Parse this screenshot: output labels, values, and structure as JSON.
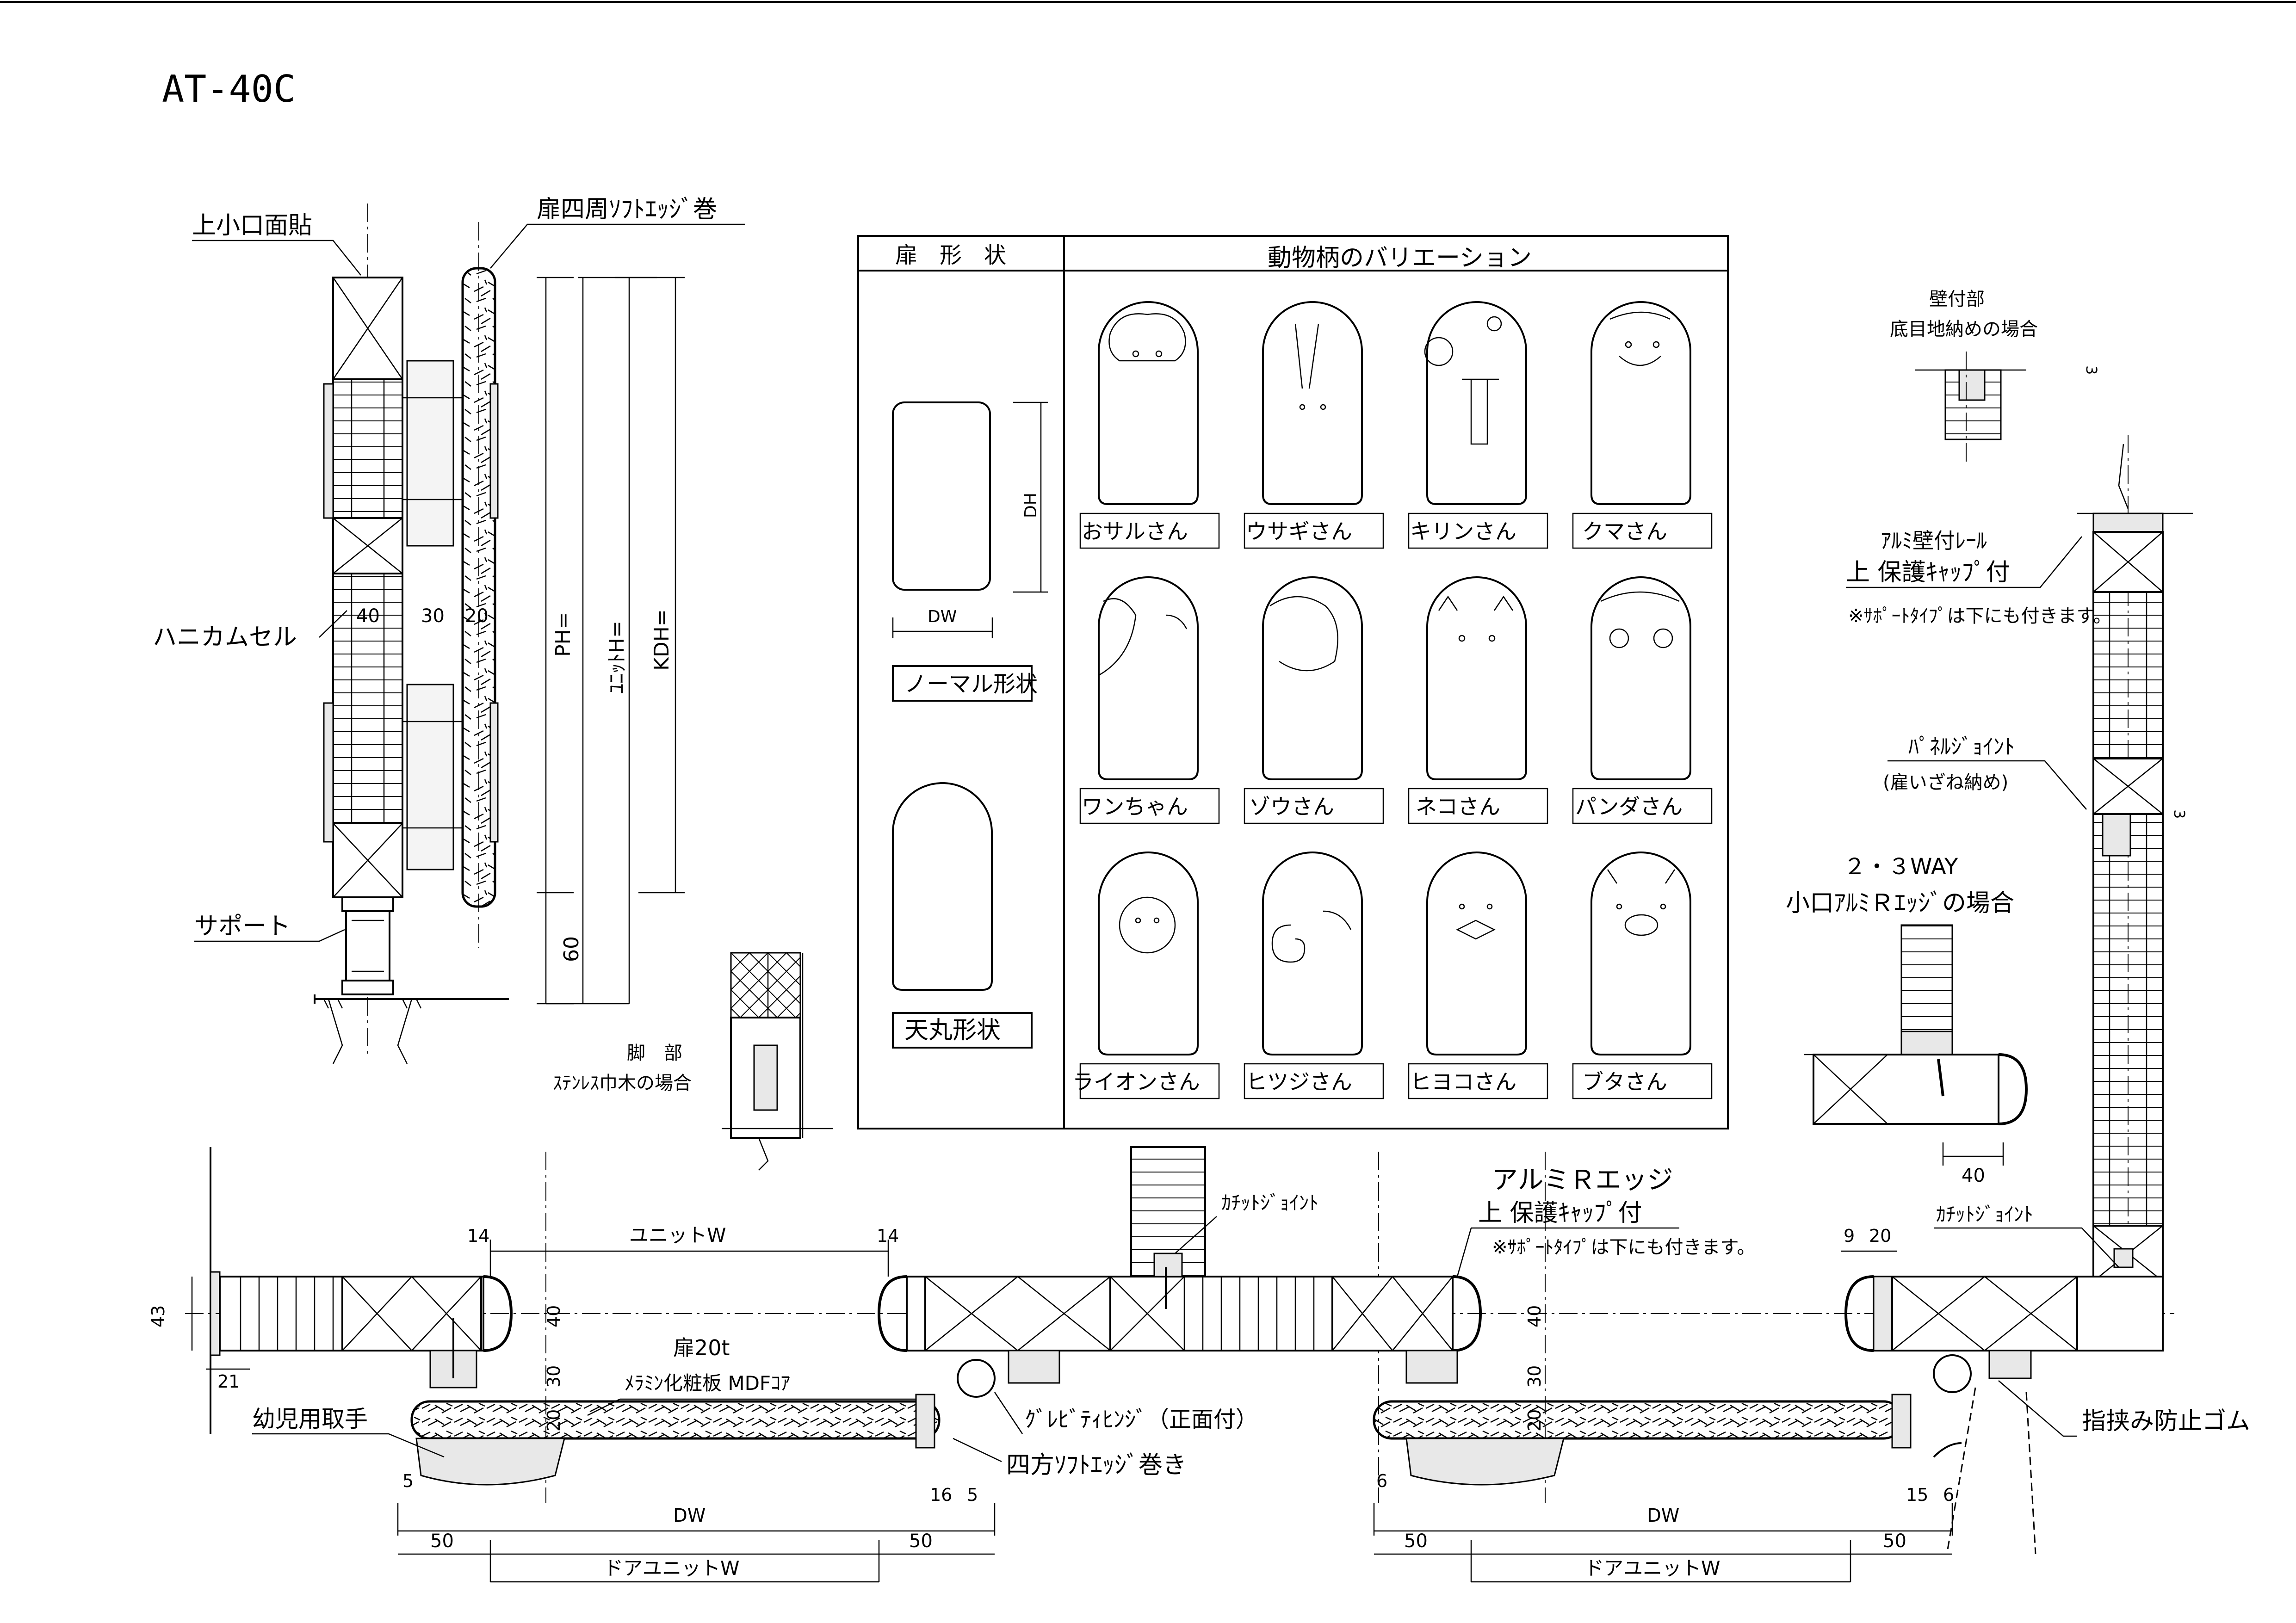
{
  "title": "AT-40C",
  "labels": {
    "top_edge_face": "上小口面貼",
    "soft_edge_wrap": "扉四周ｿﾌﾄｴｯｼﾞ巻",
    "honeycomb_cell": "ハニカムセル",
    "support": "サポート",
    "leg_title": "脚　部",
    "leg_sub": "ｽﾃﾝﾚｽ巾木の場合",
    "wall_title": "壁付部",
    "wall_sub": "底目地納めの場合",
    "wall_rail": "ｱﾙﾐ壁付ﾚｰﾙ",
    "top_cap_1": "上 保護ｷｬｯﾌﾟ付",
    "support_note_1": "※ｻﾎﾟｰﾄﾀｲﾌﾟは下にも付きます。",
    "panel_joint": "ﾊﾟﾈﾙｼﾞｮｲﾝﾄ",
    "panel_joint_sub": "(雇いざね納め)",
    "way_title": "２・３WAY",
    "way_sub": "小口ｱﾙﾐＲｴｯｼﾞの場合",
    "click_joint_1": "ｶﾁｯﾄｼﾞｮｲﾝﾄ",
    "alu_r_edge": "アルミＲエッジ",
    "top_cap_2": "上 保護ｷｬｯﾌﾟ付",
    "support_note_2": "※ｻﾎﾟｰﾄﾀｲﾌﾟは下にも付きます。",
    "click_joint_2": "ｶﾁｯﾄｼﾞｮｲﾝﾄ",
    "door_20t": "扉20t",
    "melamine": "ﾒﾗﾐﾝ化粧板 MDFｺｱ",
    "infant_handle": "幼児用取手",
    "gravity_hinge": "ｸﾞﾚﾋﾞﾃｨﾋﾝｼﾞ（正面付）",
    "four_side_soft": "四方ｿﾌﾄｴｯｼﾞ巻き",
    "finger_guard": "指挟み防止ゴム"
  },
  "dims": {
    "d40": "40",
    "d30": "30",
    "d20": "20",
    "ph": "PH=",
    "unit_h": "ﾕﾆｯﾄH=",
    "kdh": "KDH=",
    "d60": "60",
    "d3a": "3",
    "d3b": "3",
    "d40b": "40",
    "d14a": "14",
    "unit_w": "ユニットW",
    "d14b": "14",
    "d43": "43",
    "d21": "21",
    "d40c": "40",
    "d30c": "30",
    "d20c": "20",
    "d5a": "5",
    "dw1": "DW",
    "d16": "16",
    "d5b": "5",
    "d50a": "50",
    "d50b": "50",
    "door_unit_w1": "ドアユニットW",
    "d40d": "40",
    "d30d": "30",
    "d20d": "20",
    "d6a": "6",
    "dw2": "DW",
    "d15": "15",
    "d6b": "6",
    "d50c": "50",
    "d50d": "50",
    "door_unit_w2": "ドアユニットW",
    "d9": "9",
    "d20e": "20"
  },
  "table": {
    "shape_header": "扉　形　状",
    "variation_header": "動物柄のバリエーション",
    "dh": "DH",
    "dw": "DW",
    "normal_shape": "ノーマル形状",
    "round_shape": "天丸形状",
    "animals": [
      "おサルさん",
      "ウサギさん",
      "キリンさん",
      "クマさん",
      "ワンちゃん",
      "ゾウさん",
      "ネコさん",
      "パンダさん",
      "ライオンさん",
      "ヒツジさん",
      "ヒヨコさん",
      "ブタさん"
    ]
  }
}
